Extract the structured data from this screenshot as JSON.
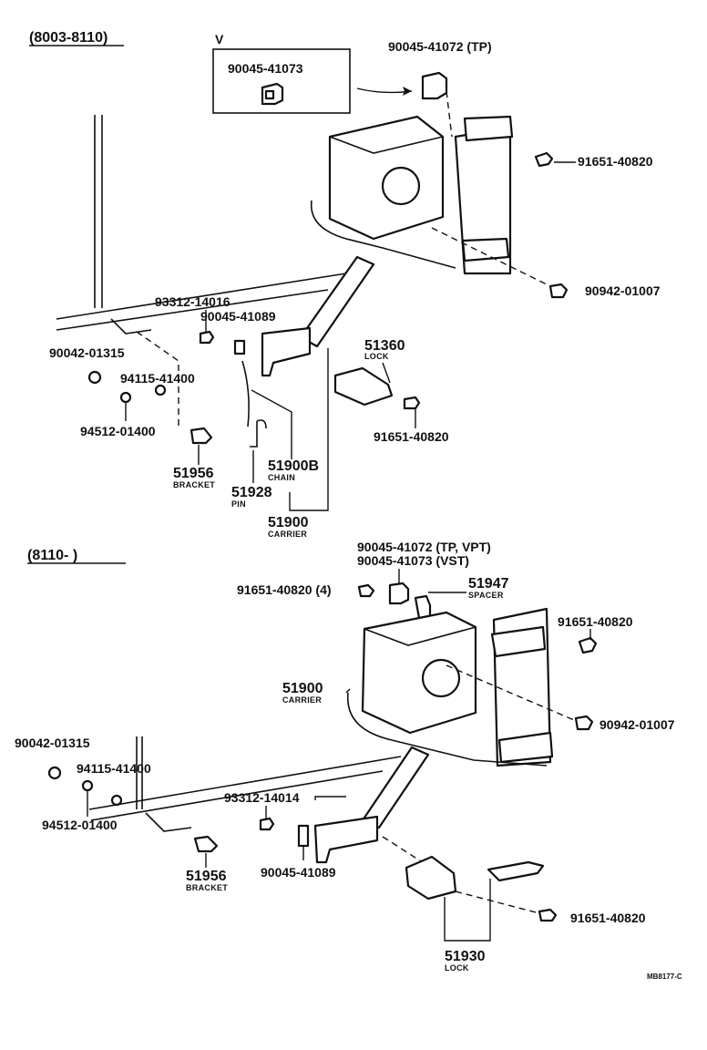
{
  "sections": {
    "top": {
      "date_range": "(8003-8110)",
      "view_letter": "V",
      "inset_part": "90045-41073",
      "labels": {
        "clip_tp": "90045-41072 (TP)",
        "bolt_upper": "91651-40820",
        "nut_lower": "90942-01007",
        "bolt_93312": "93312-14016",
        "clip_41089": "90045-41089",
        "nut_01315": "90042-01315",
        "washer_41400": "94115-41400",
        "nut_01400": "94512-01400",
        "lock_num": "51360",
        "lock_name": "LOCK",
        "bolt_lock": "91651-40820",
        "chain_num": "51900B",
        "chain_name": "CHAIN",
        "bracket_num": "51956",
        "bracket_name": "BRACKET",
        "pin_num": "51928",
        "pin_name": "PIN",
        "carrier_num": "51900",
        "carrier_name": "CARRIER"
      }
    },
    "bottom": {
      "date_range": "(8110-        )",
      "labels": {
        "clip_line1": "90045-41072 (TP, VPT)",
        "clip_line2": "90045-41073 (VST)",
        "bolt_4": "91651-40820 (4)",
        "spacer_num": "51947",
        "spacer_name": "SPACER",
        "bolt_right": "91651-40820",
        "carrier_num": "51900",
        "carrier_name": "CARRIER",
        "nut_right": "90942-01007",
        "nut_01315": "90042-01315",
        "washer_41400": "94115-41400",
        "nut_01400": "94512-01400",
        "bolt_93312": "93312-14014",
        "bracket_num": "51956",
        "bracket_name": "BRACKET",
        "clip_41089": "90045-41089",
        "bolt_lock": "91651-40820",
        "lock_num": "51930",
        "lock_name": "LOCK"
      }
    },
    "footer_code": "MB8177-C"
  }
}
